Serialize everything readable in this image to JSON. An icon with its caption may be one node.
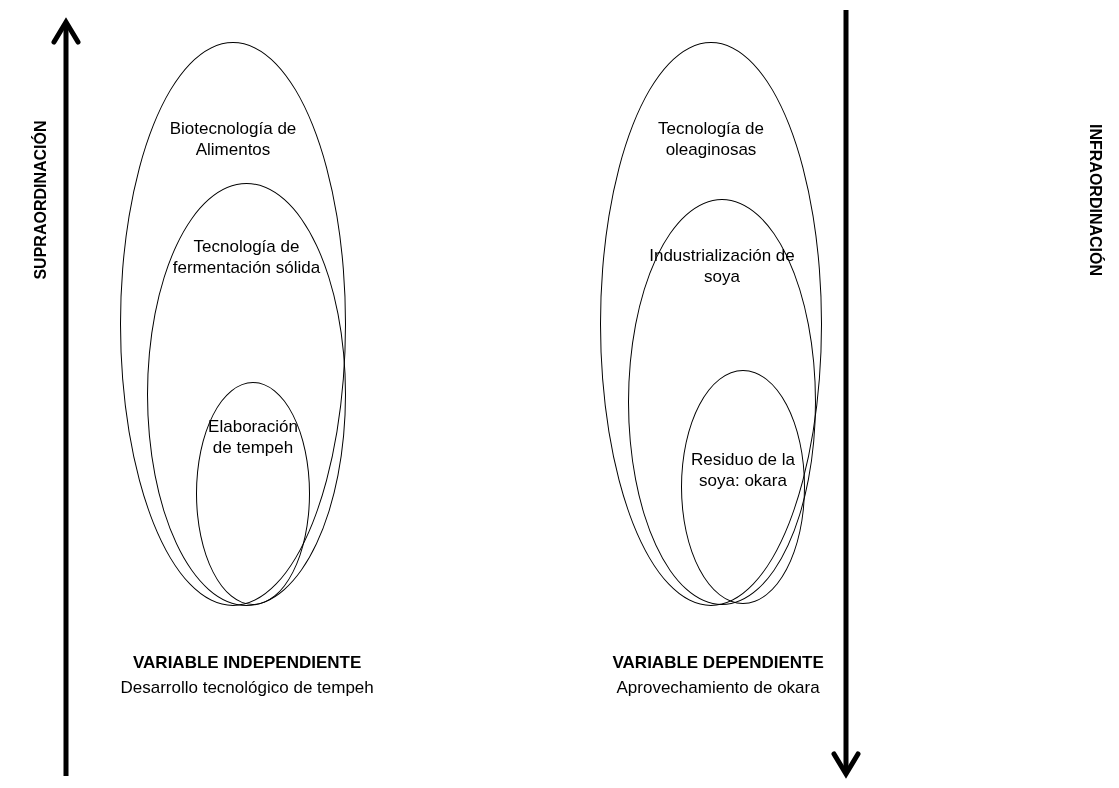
{
  "diagram": {
    "nodes": [
      {
        "text": [
          "Biotecnología de Alimentos"
        ]
      },
      {
        "text": [
          "Tecnología de fermentación sólida"
        ],
        "in": 0
      },
      {
        "text": [
          "Elaboración de tempeh"
        ],
        "in": 1
      },
      {
        "text": [
          "Tecnología de oleaginosas"
        ]
      },
      {
        "text": [
          "Industrialización de soya"
        ],
        "in": 3
      },
      {
        "text": [
          "Residuo de la soya: okara"
        ],
        "in": 4
      }
    ],
    "edges": [],
    "labels": [
      "SUPRAORDINACIÓN",
      "INFRAORDINACIÓN",
      "VARIABLE INDEPENDIENTE",
      "Desarrollo tecnológico de tempeh",
      "VARIABLE DEPENDIENTE",
      "Aprovechamiento de okara"
    ]
  }
}
